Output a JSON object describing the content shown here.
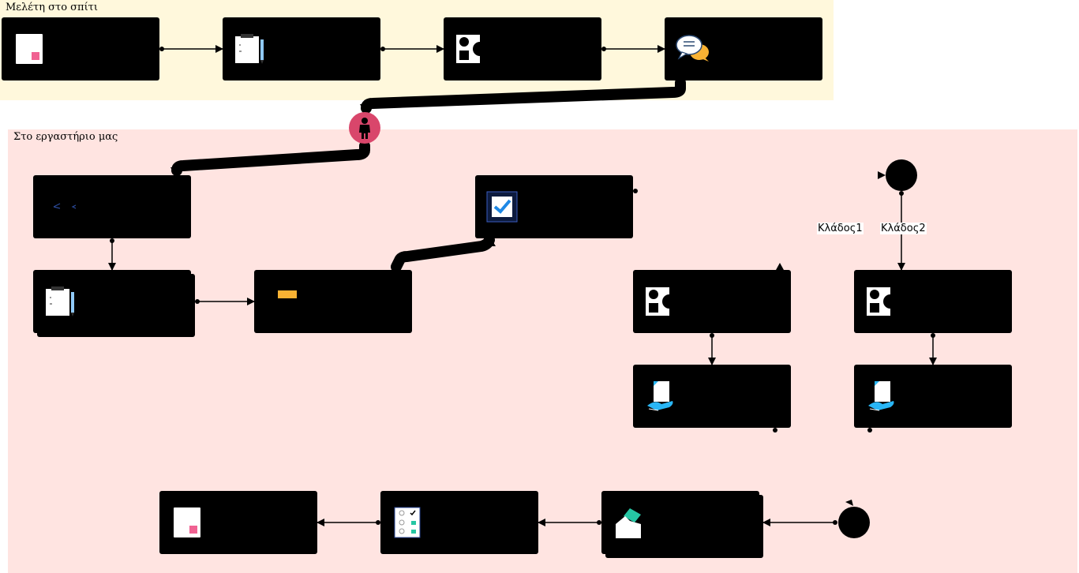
{
  "lanes": {
    "home": {
      "title": "Μελέτη στο σπίτι"
    },
    "lab": {
      "title": "Στο εργαστήριο μας"
    }
  },
  "branches": {
    "left": "Κλάδος1",
    "right": "Κλάδος2"
  },
  "icons": {
    "home1": "sticky-note-icon",
    "home2": "clipboard-pencil-icon",
    "home3": "shapes-icon",
    "home4": "chat-bubbles-icon",
    "person": "person-icon",
    "lab1": "code-brackets-icon",
    "lab2": "clipboard-pencil-icon",
    "lab3": "tickets-icon",
    "lab4": "verified-badge-icon",
    "lab5": "shapes-icon",
    "lab6": "shapes-icon",
    "lab7": "hand-document-icon",
    "lab8": "hand-document-icon",
    "lab9": "ballot-box-icon",
    "lab10": "checklist-icon",
    "lab11": "sticky-note-icon"
  },
  "colors": {
    "home_lane": "#fff8dc",
    "lab_lane": "#ffe4e1",
    "node": "#000000",
    "start_marker": "#d9466b"
  }
}
